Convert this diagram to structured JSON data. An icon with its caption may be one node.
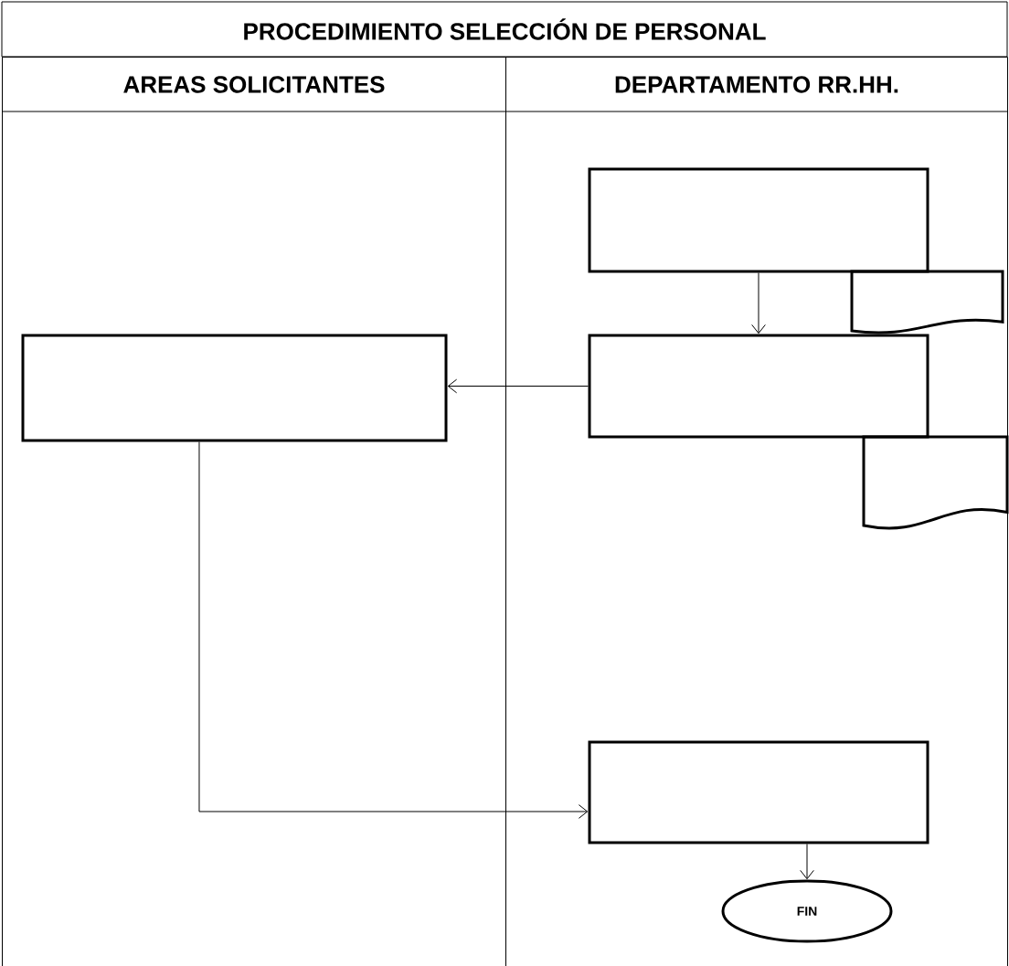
{
  "diagram": {
    "title": "PROCEDIMIENTO SELECCIÓN DE PERSONAL",
    "nodes": [
      {
        "text": [
          "AREAS SOLICITANTES"
        ]
      },
      {
        "text": [
          "DEPARTAMENTO RR.HH."
        ]
      },
      {
        "text": [],
        "shape": "box",
        "in": 1
      },
      {
        "text": [],
        "shape": "document",
        "in": 1
      },
      {
        "text": [],
        "shape": "box",
        "in": 0
      },
      {
        "text": [],
        "shape": "box",
        "in": 1
      },
      {
        "text": [],
        "shape": "document",
        "in": 1
      },
      {
        "text": [],
        "shape": "box",
        "in": 1
      },
      {
        "text": [
          "FIN"
        ],
        "in": 1
      }
    ],
    "edges": [
      {
        "from": 2,
        "to": 5,
        "arrow": "to"
      },
      {
        "from": 5,
        "to": 4,
        "arrow": "to"
      },
      {
        "from": 4,
        "to": 7,
        "arrow": "to"
      },
      {
        "from": 7,
        "to": 8,
        "arrow": "to"
      }
    ]
  }
}
